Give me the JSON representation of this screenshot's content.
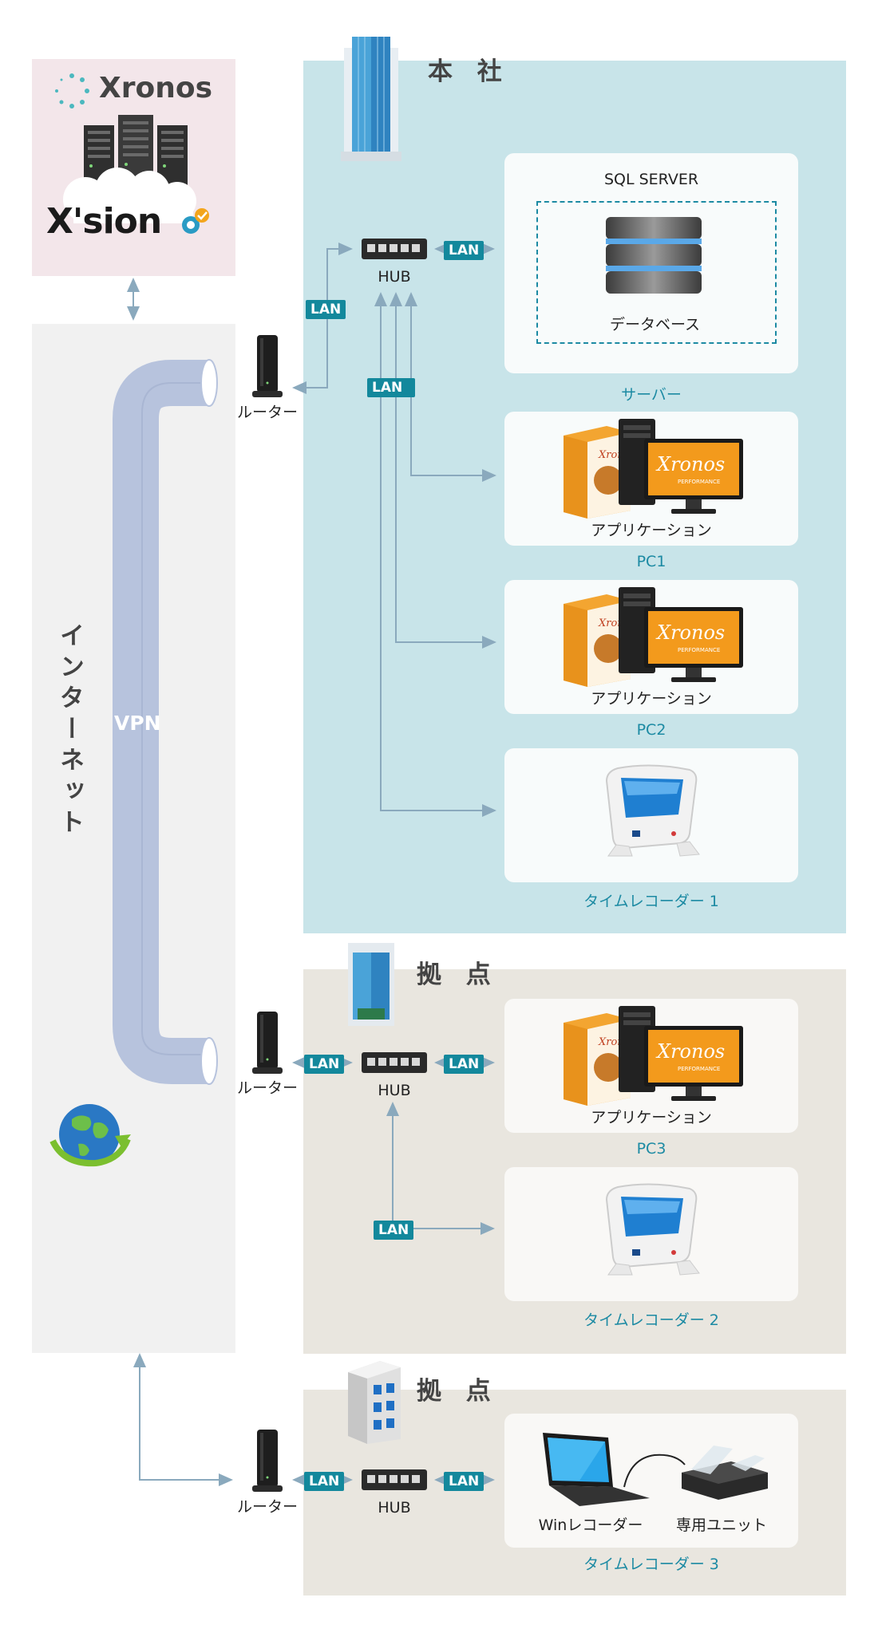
{
  "cloud": {
    "brand_top": "Xronos",
    "brand_bottom": "X'sion"
  },
  "internet": {
    "label": "インターネット",
    "vpn": "VPN"
  },
  "hq": {
    "heading": "本 社",
    "router": "ルーター",
    "hub": "HUB",
    "server_card": {
      "title": "SQL SERVER",
      "db_label": "データベース",
      "caption": "サーバー"
    },
    "pc1": {
      "label": "アプリケーション",
      "caption": "PC1"
    },
    "pc2": {
      "label": "アプリケーション",
      "caption": "PC2"
    },
    "recorder1": {
      "caption": "タイムレコーダー 1"
    }
  },
  "site1": {
    "heading": "拠 点",
    "router": "ルーター",
    "hub": "HUB",
    "pc3": {
      "label": "アプリケーション",
      "caption": "PC3"
    },
    "recorder2": {
      "caption": "タイムレコーダー 2"
    }
  },
  "site2": {
    "heading": "拠 点",
    "router": "ルーター",
    "hub": "HUB",
    "recorder3": {
      "win_label": "Winレコーダー",
      "unit_label": "専用ユニット",
      "caption": "タイムレコーダー 3"
    }
  },
  "lan": "LAN",
  "monitor_brand": "Xronos",
  "monitor_sub": "PERFORMANCE",
  "box_brand": "Xronos",
  "colors": {
    "hq_bg": "#c8e4e9",
    "site_bg": "#e9e6df",
    "internet_bg": "#f1f1f1",
    "cloud_bg": "#f3e6ea",
    "accent": "#13889c",
    "vpn": "#b7c3dd"
  }
}
